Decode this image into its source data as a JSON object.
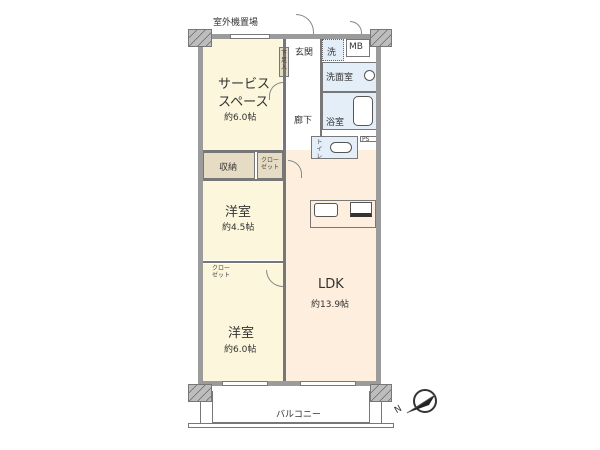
{
  "floorplan": {
    "rooms": {
      "service_space": {
        "name": "サービス\nスペース",
        "line1": "サービス",
        "line2": "スペース",
        "area": "約6.0帖"
      },
      "storage": {
        "name": "収納"
      },
      "closet1": {
        "line1": "クロー",
        "line2": "ゼット"
      },
      "western1": {
        "name": "洋室",
        "area": "約4.5帖"
      },
      "closet2": {
        "line1": "クロー",
        "line2": "ゼット"
      },
      "western2": {
        "name": "洋室",
        "area": "約6.0帖"
      },
      "ldk": {
        "name": "LDK",
        "area": "約13.9帖"
      },
      "entrance": {
        "name": "玄関"
      },
      "shoe_box": {
        "name": "下足入"
      },
      "hallway": {
        "name": "廊下"
      },
      "washer": {
        "name": "洗"
      },
      "mb": {
        "name": "MB"
      },
      "washroom": {
        "name": "洗面室"
      },
      "bathroom": {
        "name": "浴室"
      },
      "toilet": {
        "name": "トイレ"
      },
      "ps": {
        "name": "PS"
      }
    },
    "outdoor_unit": "室外機置場",
    "balcony": "バルコニー",
    "compass": {
      "label": "N"
    },
    "colors": {
      "room_yellow": "#fbf6dc",
      "ldk_peach": "#fdeedd",
      "wet_blue": "#e3eef8",
      "storage_tan": "#e6dcc3",
      "wall_gray": "#9b9b9b"
    }
  }
}
